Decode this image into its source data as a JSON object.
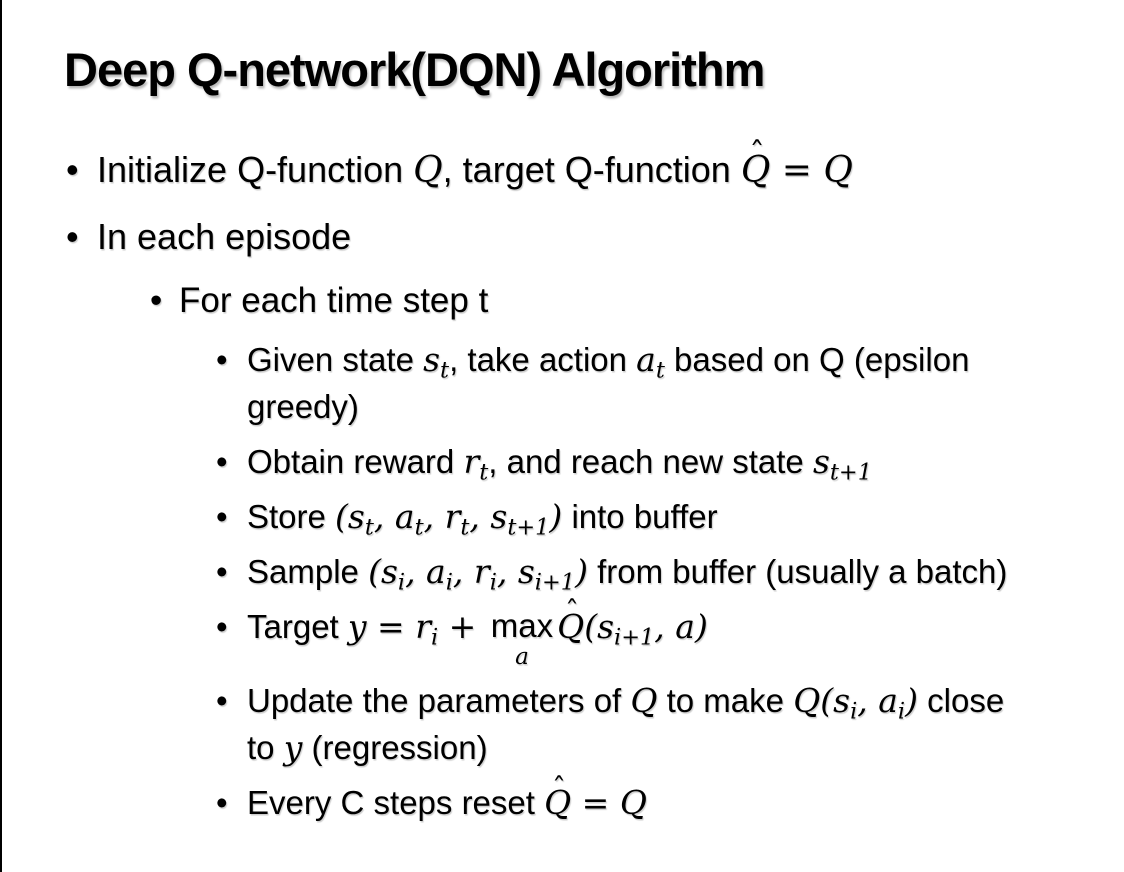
{
  "colors": {
    "background": "#ffffff",
    "text": "#000000",
    "slide_edge": "#000000"
  },
  "slide": {
    "title": "Deep Q-network(DQN) Algorithm",
    "bullet_char": "•",
    "bullets": [
      {
        "level": 1,
        "segments": [
          {
            "k": "t",
            "v": "Initialize Q-function "
          },
          {
            "k": "m",
            "v": "Q"
          },
          {
            "k": "t",
            "v": ", target Q-function "
          },
          {
            "k": "mh",
            "b": "Q"
          },
          {
            "k": "m",
            "v": " = "
          },
          {
            "k": "m",
            "v": "Q"
          }
        ]
      },
      {
        "level": 1,
        "segments": [
          {
            "k": "t",
            "v": "In each episode"
          }
        ]
      },
      {
        "level": 2,
        "segments": [
          {
            "k": "t",
            "v": "For each time step t"
          }
        ]
      },
      {
        "level": 3,
        "segments": [
          {
            "k": "t",
            "v": "Given state "
          },
          {
            "k": "ms",
            "b": "s",
            "s": "t"
          },
          {
            "k": "t",
            "v": ", take action "
          },
          {
            "k": "ms",
            "b": "a",
            "s": "t"
          },
          {
            "k": "t",
            "v": " based on Q (epsilon"
          },
          {
            "k": "br"
          },
          {
            "k": "t",
            "v": "greedy)"
          }
        ]
      },
      {
        "level": 3,
        "segments": [
          {
            "k": "t",
            "v": "Obtain reward "
          },
          {
            "k": "ms",
            "b": "r",
            "s": "t"
          },
          {
            "k": "t",
            "v": ", and reach new state "
          },
          {
            "k": "ms",
            "b": "s",
            "s": "t+1"
          }
        ]
      },
      {
        "level": 3,
        "segments": [
          {
            "k": "t",
            "v": "Store "
          },
          {
            "k": "m",
            "v": "("
          },
          {
            "k": "ms",
            "b": "s",
            "s": "t"
          },
          {
            "k": "m",
            "v": ", "
          },
          {
            "k": "ms",
            "b": "a",
            "s": "t"
          },
          {
            "k": "m",
            "v": ", "
          },
          {
            "k": "ms",
            "b": "r",
            "s": "t"
          },
          {
            "k": "m",
            "v": ", "
          },
          {
            "k": "ms",
            "b": "s",
            "s": "t+1"
          },
          {
            "k": "m",
            "v": ")"
          },
          {
            "k": "t",
            "v": " into buffer"
          }
        ]
      },
      {
        "level": 3,
        "segments": [
          {
            "k": "t",
            "v": "Sample "
          },
          {
            "k": "m",
            "v": "("
          },
          {
            "k": "ms",
            "b": "s",
            "s": "i"
          },
          {
            "k": "m",
            "v": ", "
          },
          {
            "k": "ms",
            "b": "a",
            "s": "i"
          },
          {
            "k": "m",
            "v": ", "
          },
          {
            "k": "ms",
            "b": "r",
            "s": "i"
          },
          {
            "k": "m",
            "v": ", "
          },
          {
            "k": "ms",
            "b": "s",
            "s": "i+1"
          },
          {
            "k": "m",
            "v": ")"
          },
          {
            "k": "t",
            "v": " from buffer (usually a batch)"
          }
        ]
      },
      {
        "level": 3,
        "segments": [
          {
            "k": "t",
            "v": "Target "
          },
          {
            "k": "m",
            "v": "y"
          },
          {
            "k": "m",
            "v": " = "
          },
          {
            "k": "ms",
            "b": "r",
            "s": "i"
          },
          {
            "k": "m",
            "v": " + "
          },
          {
            "k": "mu",
            "b": "max",
            "u": "a"
          },
          {
            "k": "mh",
            "b": "Q"
          },
          {
            "k": "m",
            "v": "("
          },
          {
            "k": "ms",
            "b": "s",
            "s": "i+1"
          },
          {
            "k": "m",
            "v": ", "
          },
          {
            "k": "m",
            "v": "a"
          },
          {
            "k": "m",
            "v": ")"
          }
        ]
      },
      {
        "level": 3,
        "segments": [
          {
            "k": "t",
            "v": "Update the parameters of "
          },
          {
            "k": "m",
            "v": "Q"
          },
          {
            "k": "t",
            "v": " to make "
          },
          {
            "k": "m",
            "v": "Q("
          },
          {
            "k": "ms",
            "b": "s",
            "s": "i"
          },
          {
            "k": "m",
            "v": ", "
          },
          {
            "k": "ms",
            "b": "a",
            "s": "i"
          },
          {
            "k": "m",
            "v": ")"
          },
          {
            "k": "t",
            "v": " close"
          },
          {
            "k": "br"
          },
          {
            "k": "t",
            "v": "to "
          },
          {
            "k": "m",
            "v": "y"
          },
          {
            "k": "t",
            "v": " (regression)"
          }
        ]
      },
      {
        "level": 3,
        "segments": [
          {
            "k": "t",
            "v": "Every C steps reset "
          },
          {
            "k": "mh",
            "b": "Q"
          },
          {
            "k": "m",
            "v": " = "
          },
          {
            "k": "m",
            "v": "Q"
          }
        ]
      }
    ]
  }
}
